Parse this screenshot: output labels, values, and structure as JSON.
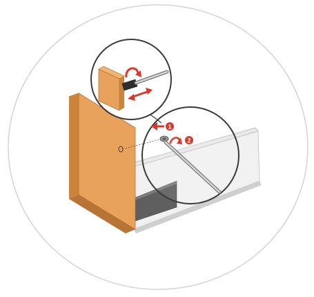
{
  "diagram": {
    "steps": [
      {
        "number": "1",
        "action": "pull-arrow-left"
      },
      {
        "number": "2",
        "action": "rotate-arrow"
      }
    ],
    "inset_actions": [
      "rotate-arrow",
      "slide-arrow-left-right"
    ],
    "colors": {
      "wood_front": "#e9a25b",
      "wood_edge": "#d2863f",
      "panel_light": "#f1f1f1",
      "panel_side": "#c9c9c9",
      "panel_dark": "#5f5f5f",
      "outline": "#3a3a3a",
      "arrow": "#d9392b",
      "frame": "#d4d4d4"
    },
    "icons": [
      "circle-frame",
      "magnifier-inset",
      "screwdriver-icon",
      "red-arrow-icon"
    ]
  }
}
